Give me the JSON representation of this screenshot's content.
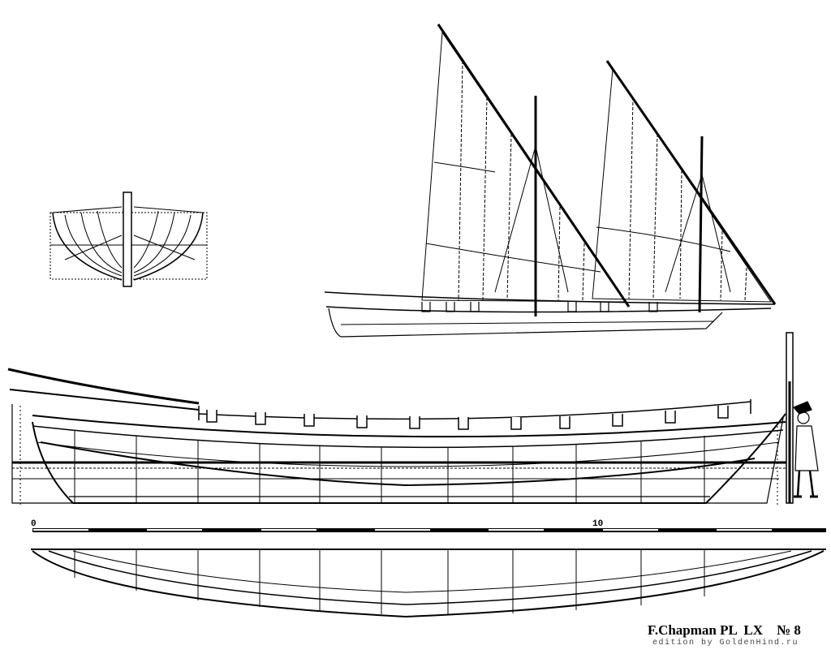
{
  "plate": {
    "title": "F.Chapman PL  LX    № 8",
    "edition": "edition by GoldenHind.ru"
  },
  "scale": {
    "label_start": "0",
    "label_mid": "10",
    "units_shown": 14
  },
  "views": [
    "body-plan",
    "sail-plan",
    "sheer-profile",
    "half-breadth-plan"
  ]
}
